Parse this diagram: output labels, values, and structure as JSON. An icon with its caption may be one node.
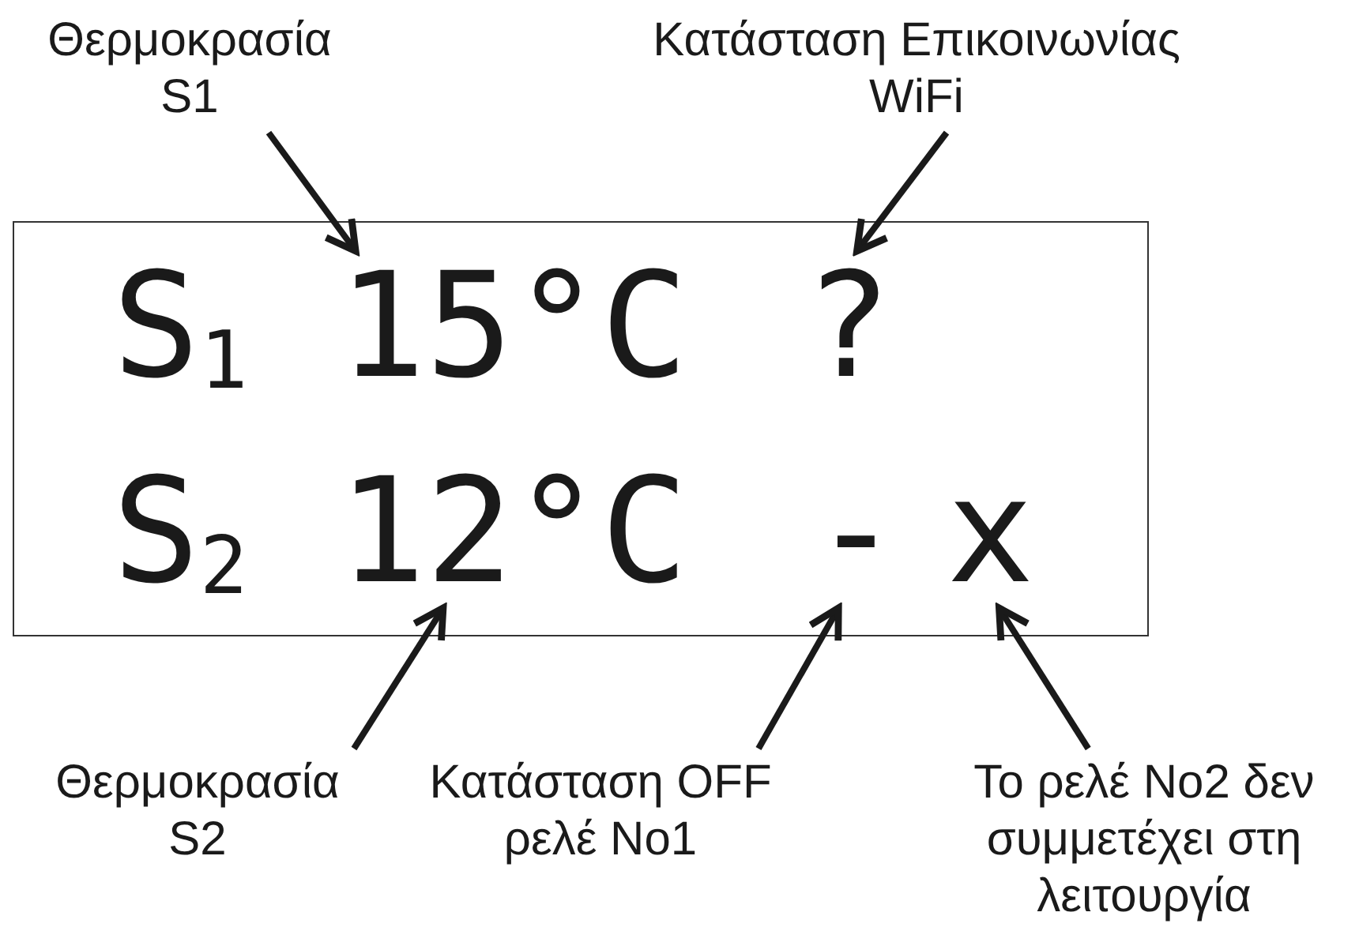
{
  "diagram": {
    "nodes": [
      {
        "text": [
          "Θερμοκρασία S1"
        ]
      },
      {
        "text": [
          "Κατάσταση Επικοινωνίας WiFi"
        ]
      },
      {
        "text": [],
        "shape": "box"
      },
      {
        "text": [
          "S$_{1}$"
        ],
        "in": 2
      },
      {
        "text": [
          "15°C"
        ],
        "in": 2
      },
      {
        "text": [
          "?"
        ],
        "in": 2
      },
      {
        "text": [
          "S$_{2}$"
        ],
        "in": 2
      },
      {
        "text": [
          "12°C"
        ],
        "in": 2
      },
      {
        "text": [
          "-"
        ],
        "in": 2
      },
      {
        "text": [
          "x"
        ],
        "in": 2
      },
      {
        "text": [
          "Θερμοκρασία S2"
        ]
      },
      {
        "text": [
          "Κατάσταση OFF ρελέ No1"
        ]
      },
      {
        "text": [
          "Το ρελέ No2 δεν συμμετέχει στη λειτουργία"
        ]
      }
    ],
    "edges": [
      {
        "from": 0,
        "to": 4,
        "arrow": "to"
      },
      {
        "from": 1,
        "to": 5,
        "arrow": "to"
      },
      {
        "from": 10,
        "to": 7,
        "arrow": "to"
      },
      {
        "from": 11,
        "to": 8,
        "arrow": "to"
      },
      {
        "from": 12,
        "to": 9,
        "arrow": "to"
      }
    ]
  }
}
